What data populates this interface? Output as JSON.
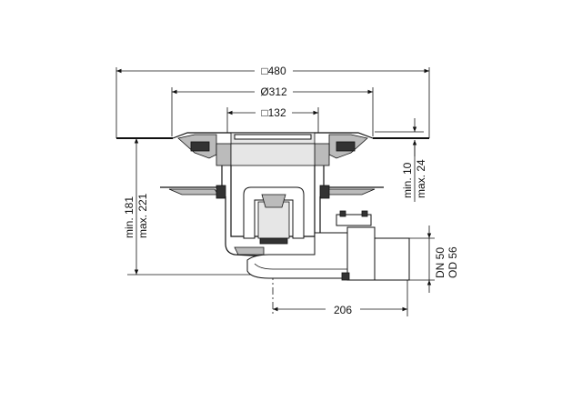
{
  "dimensions": {
    "top_width": "□480",
    "diameter": "Ø312",
    "inner_square": "□132",
    "right_min": "min. 10",
    "right_max": "max. 24",
    "left_min": "min. 181",
    "left_max": "max. 221",
    "outlet_dn": "DN 50",
    "outlet_od": "OD 56",
    "horizontal_offset": "206"
  }
}
